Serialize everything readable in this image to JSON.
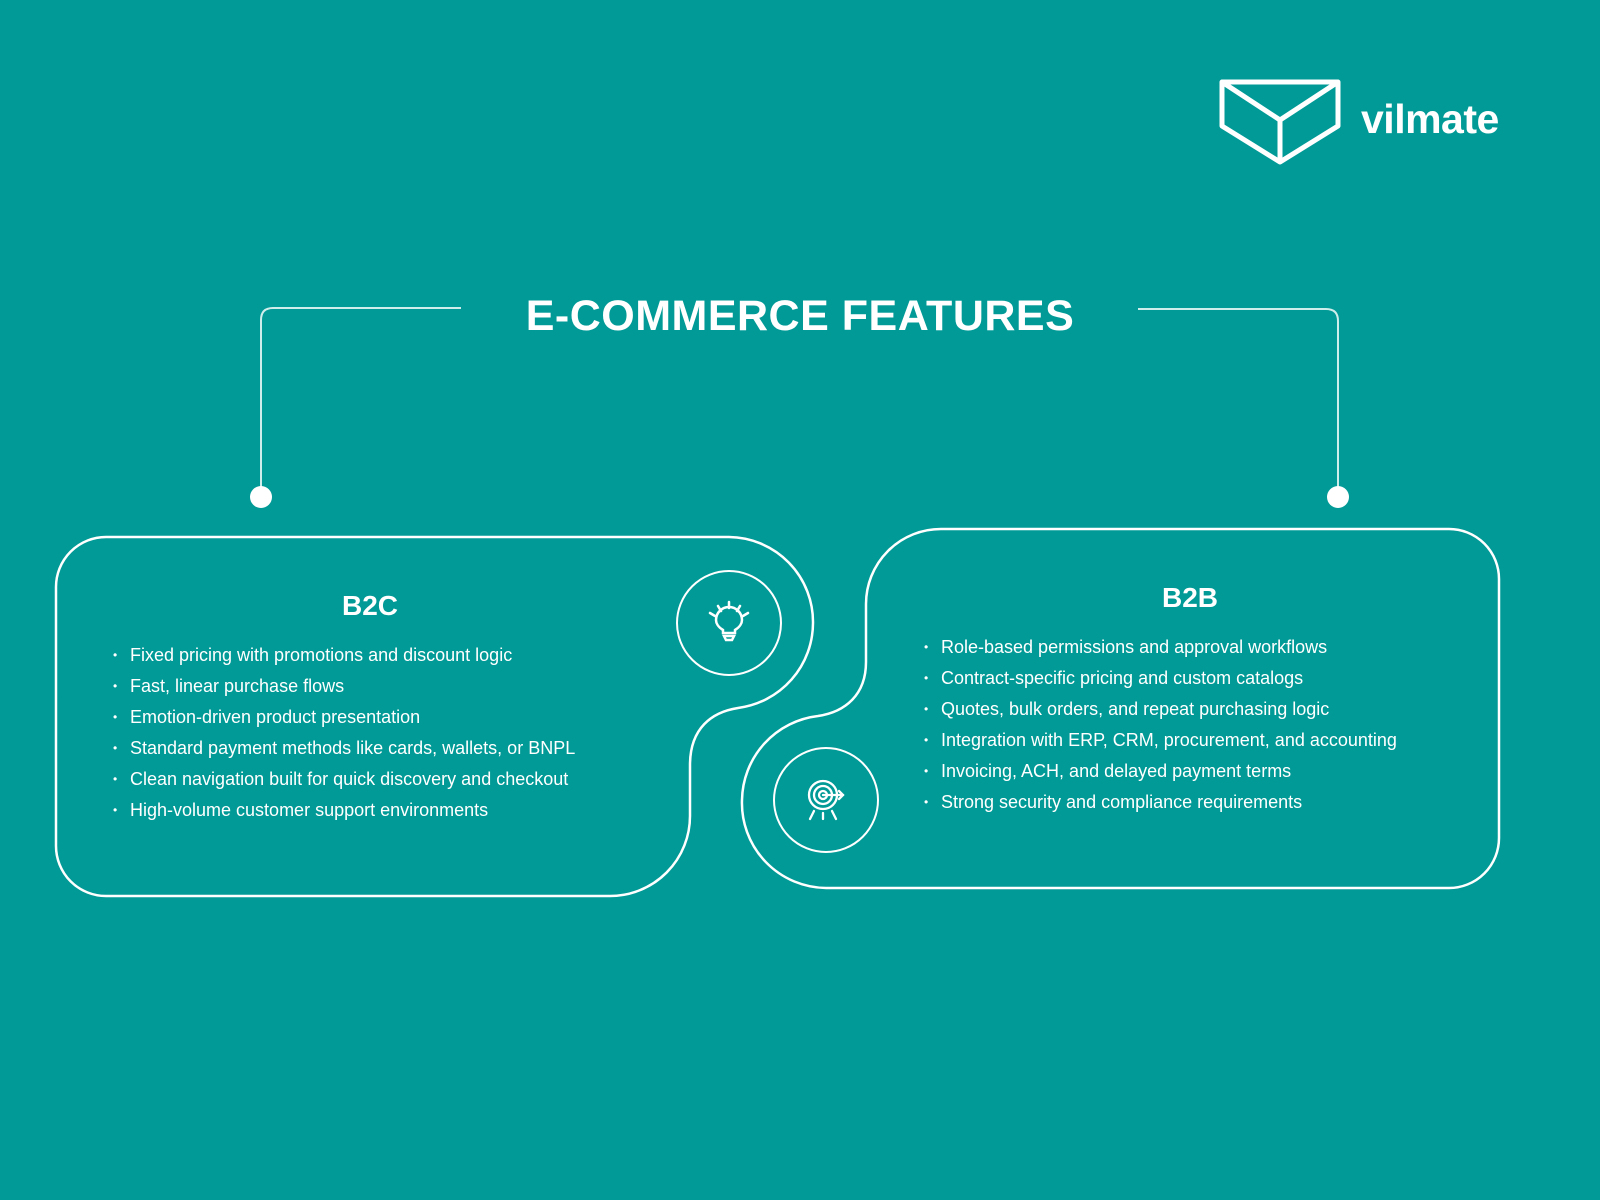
{
  "brand": {
    "logo_icon": "envelope-box-icon",
    "name": "vilmate"
  },
  "header": {
    "title": "E-COMMERCE FEATURES"
  },
  "colors": {
    "background": "#019A96",
    "foreground": "#FFFFFF",
    "connector": "#CFEDEB"
  },
  "cards": [
    {
      "id": "b2c",
      "title": "B2C",
      "icon": "lightbulb-icon",
      "items": [
        "Fixed pricing with promotions and discount logic",
        "Fast, linear purchase flows",
        "Emotion-driven product presentation",
        "Standard payment methods like cards, wallets, or BNPL",
        "Clean navigation built for quick discovery and checkout",
        "High-volume customer support environments"
      ]
    },
    {
      "id": "b2b",
      "title": "B2B",
      "icon": "target-icon",
      "items": [
        "Role-based permissions and approval workflows",
        "Contract-specific pricing and custom catalogs",
        "Quotes, bulk orders, and repeat purchasing logic",
        "Integration with ERP, CRM, procurement, and accounting",
        "Invoicing, ACH, and delayed payment terms",
        "Strong security and compliance requirements"
      ]
    }
  ]
}
